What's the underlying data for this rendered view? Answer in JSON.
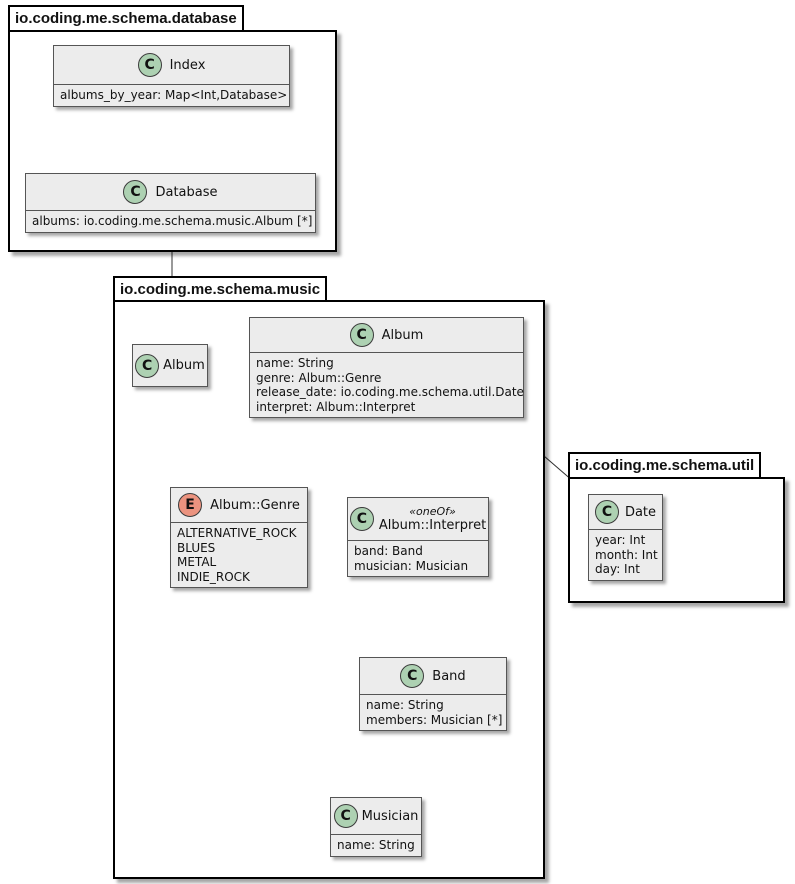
{
  "packages": {
    "database": "io.coding.me.schema.database",
    "music": "io.coding.me.schema.music",
    "util": "io.coding.me.schema.util"
  },
  "classes": {
    "index": {
      "spot": "C",
      "name": "Index",
      "fields": [
        "albums_by_year: Map<Int,Database>"
      ]
    },
    "database": {
      "spot": "C",
      "name": "Database",
      "fields": [
        "albums: io.coding.me.schema.music.Album [*]"
      ]
    },
    "album_ref": {
      "spot": "C",
      "name": "Album"
    },
    "album": {
      "spot": "C",
      "name": "Album",
      "fields": [
        "name: String",
        "genre: Album::Genre",
        "release_date: io.coding.me.schema.util.Date",
        "interpret: Album::Interpret"
      ]
    },
    "genre": {
      "spot": "E",
      "name": "Album::Genre",
      "values": [
        "ALTERNATIVE_ROCK",
        "BLUES",
        "METAL",
        "INDIE_ROCK"
      ]
    },
    "interpret": {
      "spot": "C",
      "stereotype": "«oneOf»",
      "name": "Album::Interpret",
      "fields": [
        "band: Band",
        "musician: Musician"
      ]
    },
    "band": {
      "spot": "C",
      "name": "Band",
      "fields": [
        "name: String",
        "members: Musician [*]"
      ]
    },
    "musician": {
      "spot": "C",
      "name": "Musician",
      "fields": [
        "name: String"
      ]
    },
    "date": {
      "spot": "C",
      "name": "Date",
      "fields": [
        "year: Int",
        "month: Int",
        "day: Int"
      ]
    }
  },
  "colors": {
    "class_spot": "#add1b2",
    "enum_spot": "#eb937f",
    "class_fill": "#ececec"
  }
}
